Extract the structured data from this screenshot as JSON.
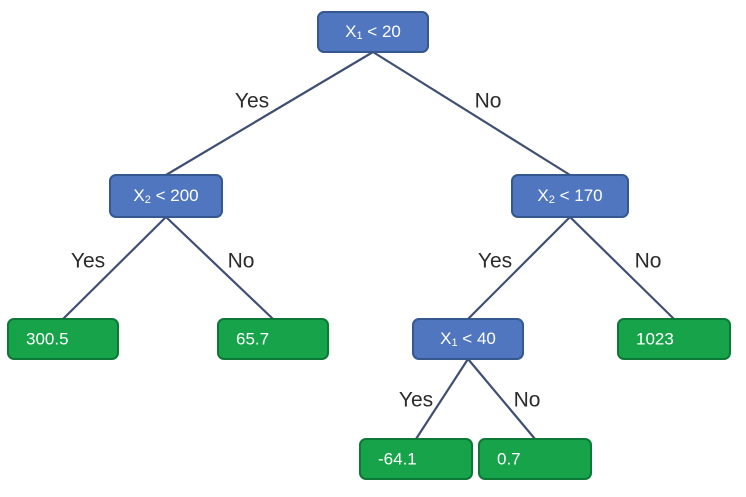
{
  "tree": {
    "nodes": [
      {
        "id": "root",
        "kind": "decision",
        "var": "X",
        "sub": "1",
        "rest": " < 20"
      },
      {
        "id": "left",
        "kind": "decision",
        "var": "X",
        "sub": "2",
        "rest": " < 200"
      },
      {
        "id": "right",
        "kind": "decision",
        "var": "X",
        "sub": "2",
        "rest": " < 170"
      },
      {
        "id": "leaf-300-5",
        "kind": "leaf",
        "text": "300.5"
      },
      {
        "id": "leaf-65-7",
        "kind": "leaf",
        "text": "65.7"
      },
      {
        "id": "mid",
        "kind": "decision",
        "var": "X",
        "sub": "1",
        "rest": " < 40"
      },
      {
        "id": "leaf-1023",
        "kind": "leaf",
        "text": "1023"
      },
      {
        "id": "leaf-neg-64-1",
        "kind": "leaf",
        "text": "-64.1"
      },
      {
        "id": "leaf-0-7",
        "kind": "leaf",
        "text": "0.7"
      }
    ],
    "edges": [
      {
        "from": "root",
        "to": "left",
        "label": "Yes"
      },
      {
        "from": "root",
        "to": "right",
        "label": "No"
      },
      {
        "from": "left",
        "to": "leaf-300-5",
        "label": "Yes"
      },
      {
        "from": "left",
        "to": "leaf-65-7",
        "label": "No"
      },
      {
        "from": "right",
        "to": "mid",
        "label": "Yes"
      },
      {
        "from": "right",
        "to": "leaf-1023",
        "label": "No"
      },
      {
        "from": "mid",
        "to": "leaf-neg-64-1",
        "label": "Yes"
      },
      {
        "from": "mid",
        "to": "leaf-0-7",
        "label": "No"
      }
    ],
    "colors": {
      "decision_fill": "#4f76bf",
      "leaf_fill": "#17a34a",
      "edge": "#3f4f74"
    }
  }
}
